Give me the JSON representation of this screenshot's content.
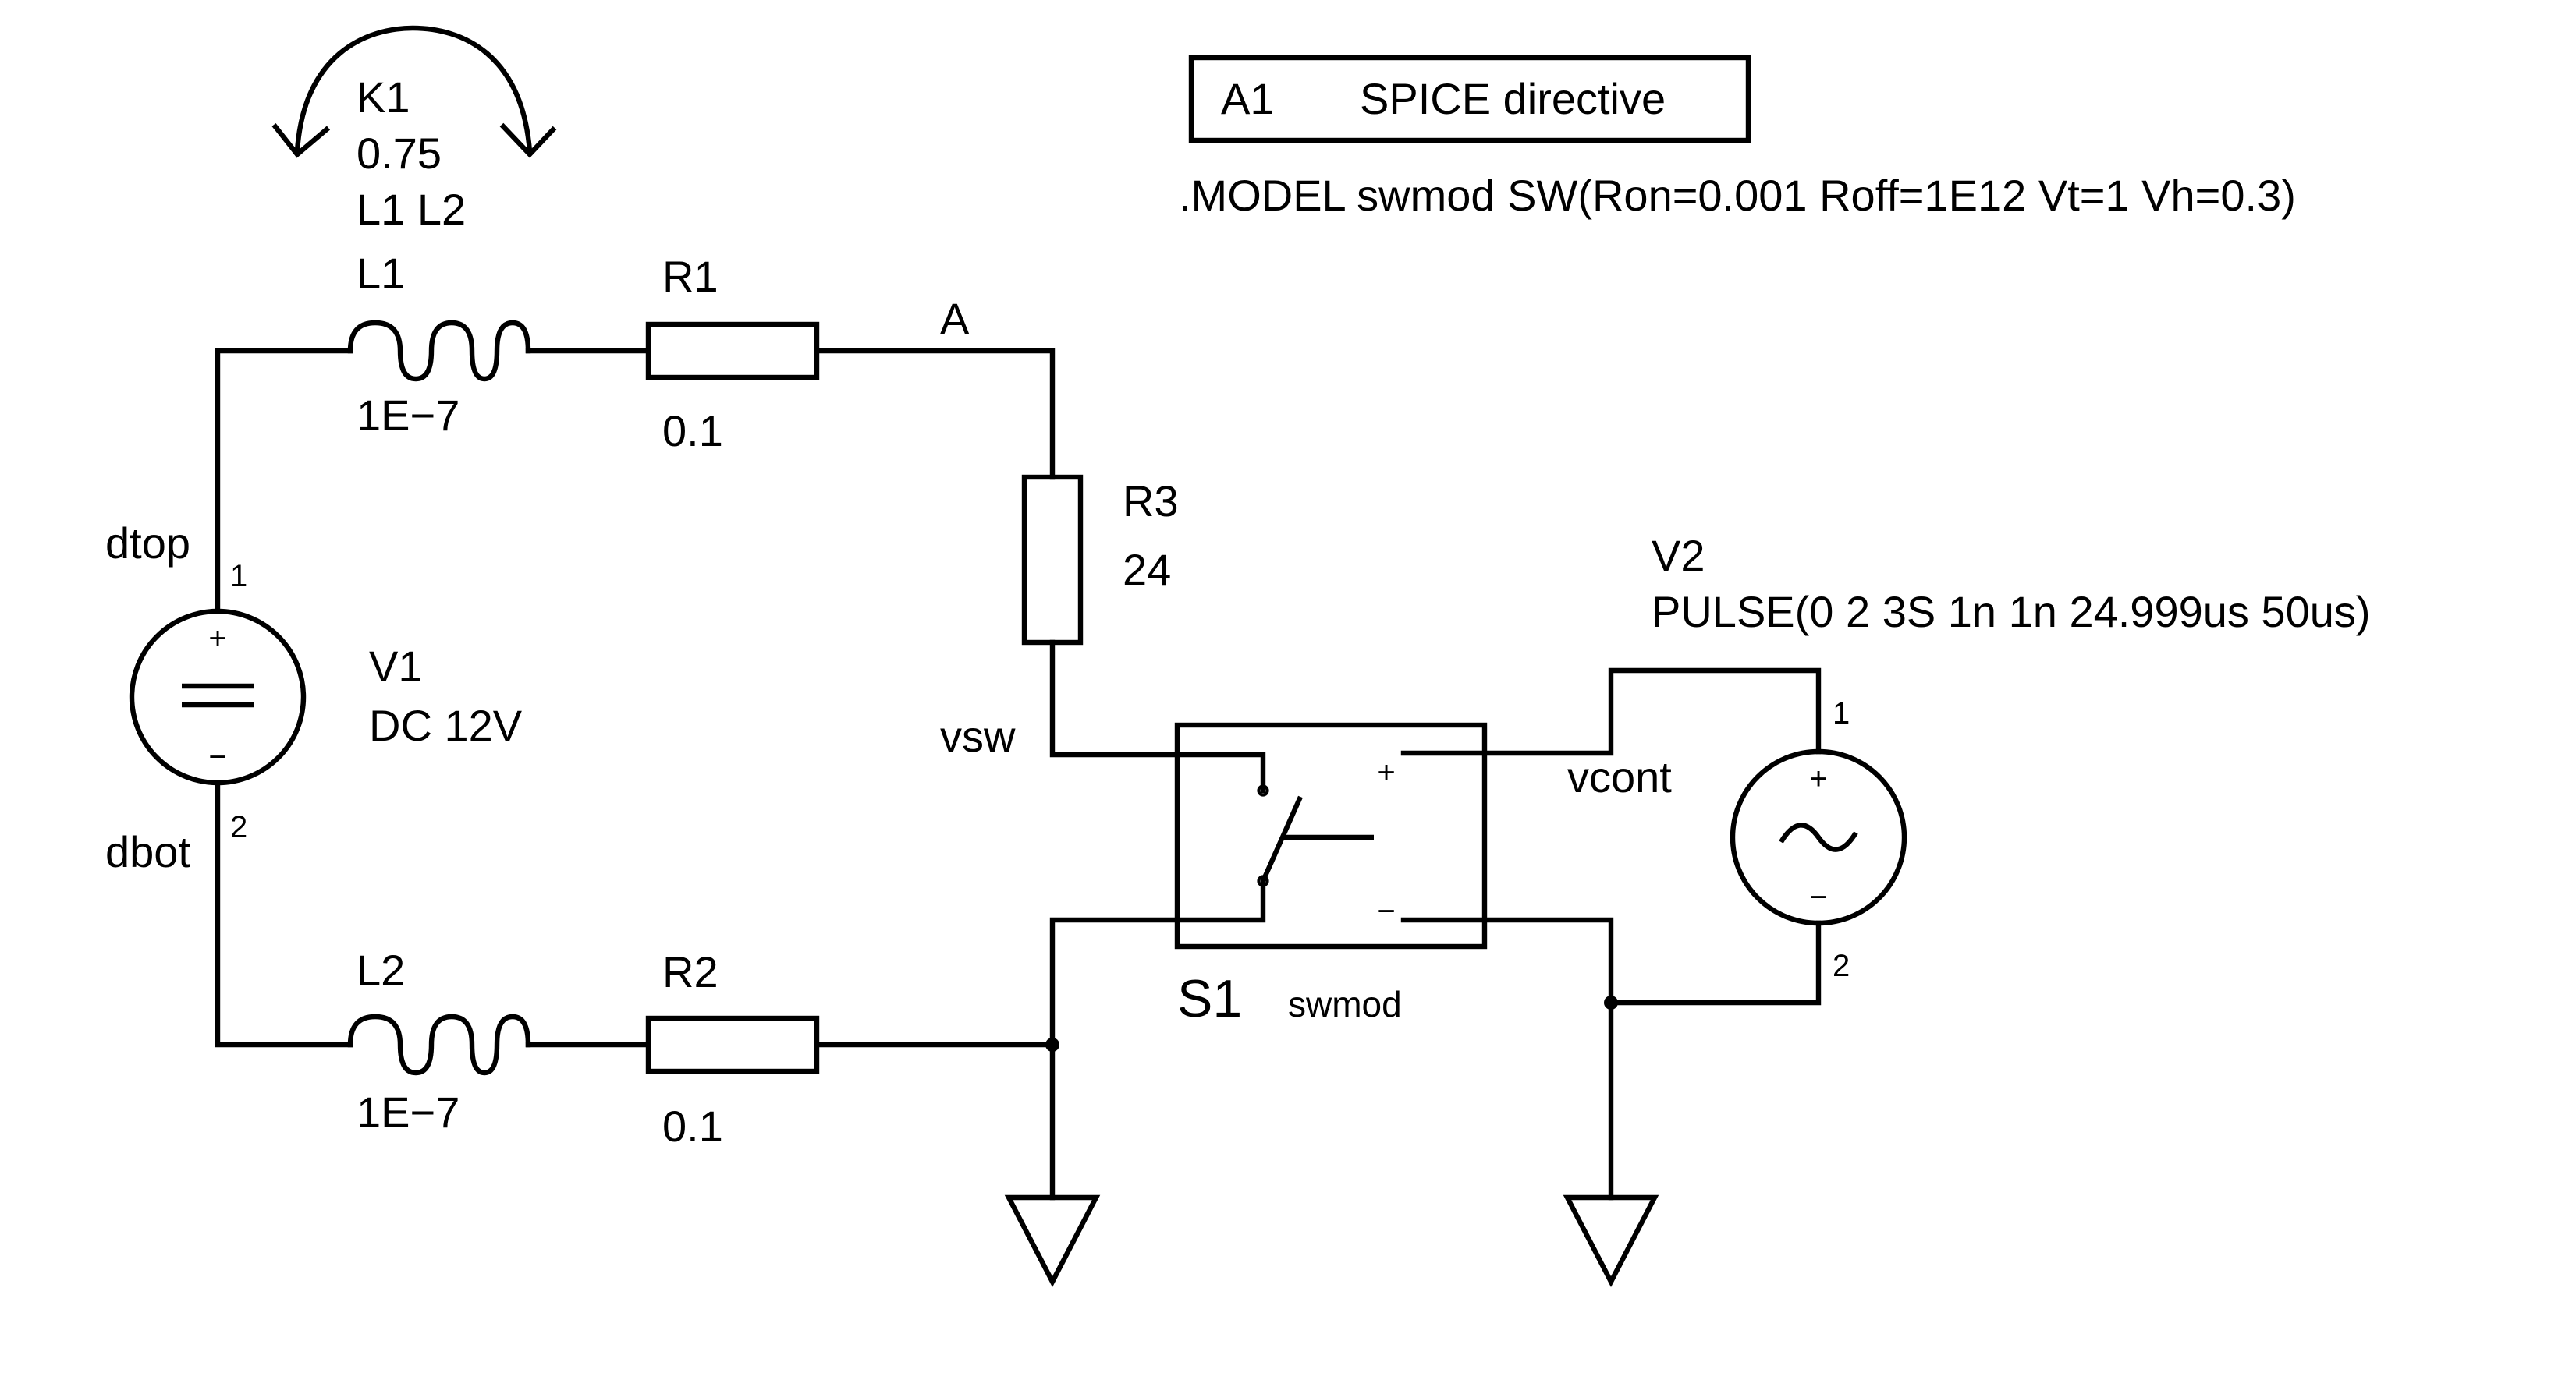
{
  "colors": {
    "ink": "#000000",
    "background": "#ffffff"
  },
  "annotation": {
    "name": "A1",
    "kind": "SPICE directive",
    "directive": ".MODEL swmod SW(Ron=0.001 Roff=1E12 Vt=1 Vh=0.3)"
  },
  "coupling": {
    "name": "K1",
    "value": "0.75",
    "inductors": "L1 L2"
  },
  "components": {
    "L1": {
      "name": "L1",
      "value": "1E−7"
    },
    "L2": {
      "name": "L2",
      "value": "1E−7"
    },
    "R1": {
      "name": "R1",
      "value": "0.1"
    },
    "R2": {
      "name": "R2",
      "value": "0.1"
    },
    "R3": {
      "name": "R3",
      "value": "24"
    },
    "V1": {
      "name": "V1",
      "value": "DC 12V",
      "pin1": "1",
      "pin2": "2"
    },
    "V2": {
      "name": "V2",
      "value": "PULSE(0 2 3S 1n 1n 24.999us 50us)",
      "pin1": "1",
      "pin2": "2"
    },
    "S1": {
      "name": "S1",
      "model": "swmod"
    }
  },
  "nets": {
    "dtop": "dtop",
    "dbot": "dbot",
    "A": "A",
    "vsw": "vsw",
    "vcont": "vcont"
  },
  "symbols": {
    "plus": "+",
    "minus": "−"
  }
}
